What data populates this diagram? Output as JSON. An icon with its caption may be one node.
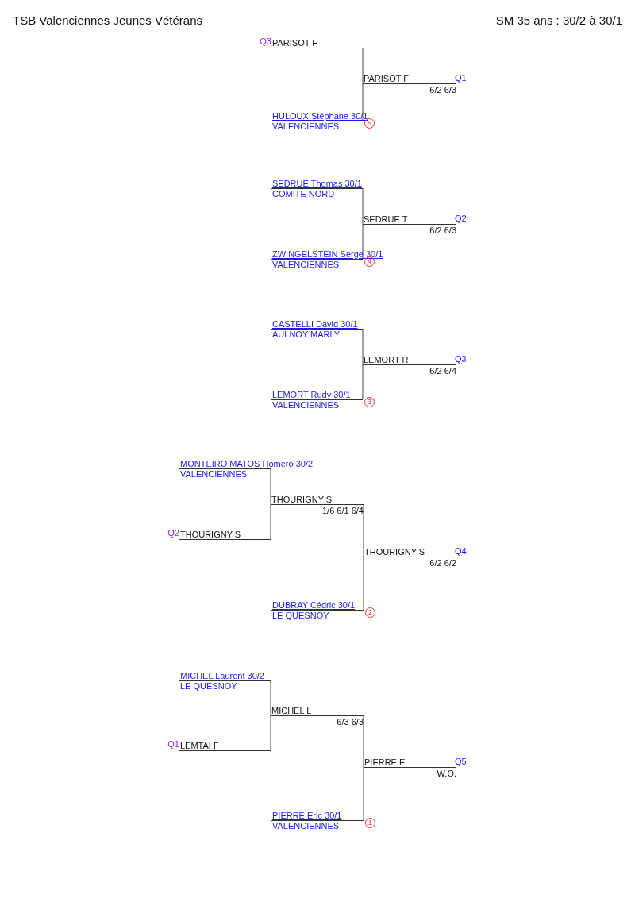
{
  "diagram": {
    "title": "TSB Valenciennes Jeunes Vétérans",
    "nodes": [
      {
        "text": [
          "PARISOT F"
        ],
        "beside": [
          "Q3"
        ]
      },
      {
        "text": [
          "PARISOT F"
        ],
        "beside": [
          "Q1",
          "6/2 6/3"
        ]
      },
      {
        "text": [
          "HULOUX Stéphane 30/1",
          "VALENCIENNES"
        ],
        "beside": [
          "5"
        ]
      },
      {
        "text": [
          "SEDRUE Thomas 30/1",
          "COMITE NORD"
        ]
      },
      {
        "text": [
          "SEDRUE T"
        ],
        "beside": [
          "Q2",
          "6/2 6/3"
        ]
      },
      {
        "text": [
          "ZWINGELSTEIN Serge 30/1",
          "VALENCIENNES"
        ],
        "beside": [
          "4"
        ]
      },
      {
        "text": [
          "CASTELLI David 30/1",
          "AULNOY MARLY"
        ]
      },
      {
        "text": [
          "LEMORT R"
        ],
        "beside": [
          "Q3",
          "6/2 6/4"
        ]
      },
      {
        "text": [
          "LEMORT Rudy 30/1",
          "VALENCIENNES"
        ],
        "beside": [
          "3"
        ]
      },
      {
        "text": [
          "MONTEIRO MATOS Homero 30/2",
          "VALENCIENNES"
        ]
      },
      {
        "text": [
          "THOURIGNY S"
        ],
        "beside": [
          "1/6 6/1 6/4"
        ]
      },
      {
        "text": [
          "THOURIGNY S"
        ],
        "beside": [
          "Q2"
        ]
      },
      {
        "text": [
          "THOURIGNY S"
        ],
        "beside": [
          "Q4",
          "6/2 6/2"
        ]
      },
      {
        "text": [
          "DUBRAY Cédric 30/1",
          "LE QUESNOY"
        ],
        "beside": [
          "2"
        ]
      },
      {
        "text": [
          "MICHEL Laurent 30/2",
          "LE QUESNOY"
        ]
      },
      {
        "text": [
          "MICHEL L"
        ],
        "beside": [
          "6/3 6/3"
        ]
      },
      {
        "text": [
          "LEMTAI F"
        ],
        "beside": [
          "Q1"
        ]
      },
      {
        "text": [
          "PIERRE E"
        ],
        "beside": [
          "Q5",
          "W.O."
        ]
      },
      {
        "text": [
          "PIERRE Eric 30/1",
          "VALENCIENNES"
        ],
        "beside": [
          "1"
        ]
      }
    ],
    "edges": [
      {
        "from": 0,
        "to": 1,
        "arrow": "none"
      },
      {
        "from": 2,
        "to": 1,
        "arrow": "none"
      },
      {
        "from": 3,
        "to": 4,
        "arrow": "none"
      },
      {
        "from": 5,
        "to": 4,
        "arrow": "none"
      },
      {
        "from": 6,
        "to": 7,
        "arrow": "none"
      },
      {
        "from": 8,
        "to": 7,
        "arrow": "none"
      },
      {
        "from": 9,
        "to": 10,
        "arrow": "none"
      },
      {
        "from": 11,
        "to": 10,
        "arrow": "none"
      },
      {
        "from": 10,
        "to": 12,
        "arrow": "none"
      },
      {
        "from": 13,
        "to": 12,
        "arrow": "none"
      },
      {
        "from": 14,
        "to": 15,
        "arrow": "none"
      },
      {
        "from": 16,
        "to": 15,
        "arrow": "none"
      },
      {
        "from": 15,
        "to": 17,
        "arrow": "none"
      },
      {
        "from": 18,
        "to": 17,
        "arrow": "none"
      }
    ],
    "labels": [
      "SM 35 ans : 30/2 à 30/1"
    ]
  }
}
